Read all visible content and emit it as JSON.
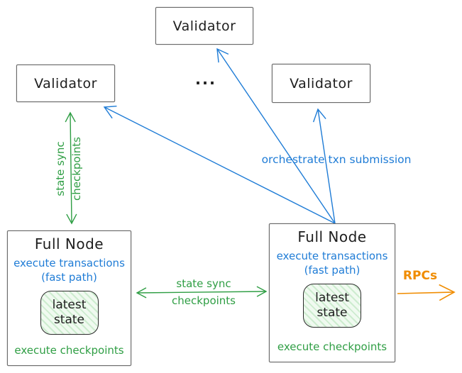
{
  "colors": {
    "green": "#2f9e44",
    "blue": "#1f7cd6",
    "orange": "#f08c00",
    "ink": "#1e1e1e",
    "box_border": "#6b6b6b"
  },
  "validators": {
    "top": {
      "label": "Validator"
    },
    "left": {
      "label": "Validator"
    },
    "right": {
      "label": "Validator"
    }
  },
  "ellipsis": "...",
  "full_nodes": {
    "left": {
      "title": "Full Node",
      "exec_line1": "execute transactions",
      "exec_line2": "(fast path)",
      "state_line1": "latest",
      "state_line2": "state",
      "footer": "execute checkpoints"
    },
    "right": {
      "title": "Full Node",
      "exec_line1": "execute transactions",
      "exec_line2": "(fast path)",
      "state_line1": "latest",
      "state_line2": "state",
      "footer": "execute checkpoints"
    }
  },
  "edges": {
    "validator_fullnode_sync": {
      "line1": "state sync",
      "line2": "checkpoints"
    },
    "fullnode_fullnode_sync": {
      "line1": "state sync",
      "line2": "checkpoints"
    },
    "orchestrate": {
      "label": "orchestrate txn submission"
    },
    "rpcs": {
      "label": "RPCs"
    }
  }
}
